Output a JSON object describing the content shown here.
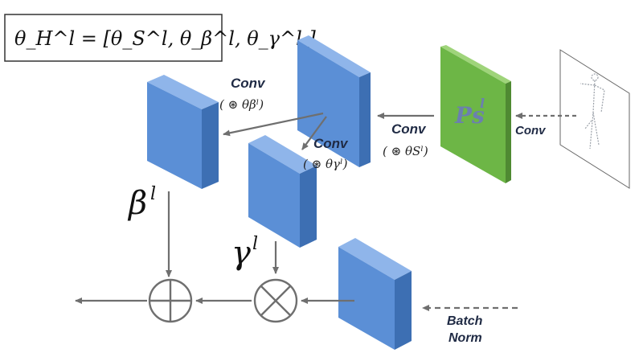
{
  "equation": "θ_H^l = [θ_S^l, θ_β^l, θ_γ^l ]",
  "conv_beta": {
    "label": "Conv",
    "param": "( ⊛ θβˡ)"
  },
  "conv_gamma": {
    "label": "Conv",
    "param": "( ⊛ θγˡ)"
  },
  "conv_s": {
    "label": "Conv",
    "param": "( ⊛ θSˡ)"
  },
  "conv_pose": {
    "label": "Conv"
  },
  "pose_map": {
    "label": "Ps",
    "superscript": "l"
  },
  "beta": {
    "symbol": "β",
    "superscript": "l"
  },
  "gamma": {
    "symbol": "γ",
    "superscript": "l"
  },
  "batch_norm": {
    "line1": "Batch",
    "line2": "Norm"
  },
  "ops": {
    "add": "⊕",
    "multiply": "⊗"
  },
  "colors": {
    "block_front": "#5b8fd6",
    "block_top": "#8fb5ea",
    "block_side": "#3d6fb3",
    "pose_front": "#6db646",
    "pose_side": "#4f8a32",
    "arrow": "#6f6f6f"
  }
}
